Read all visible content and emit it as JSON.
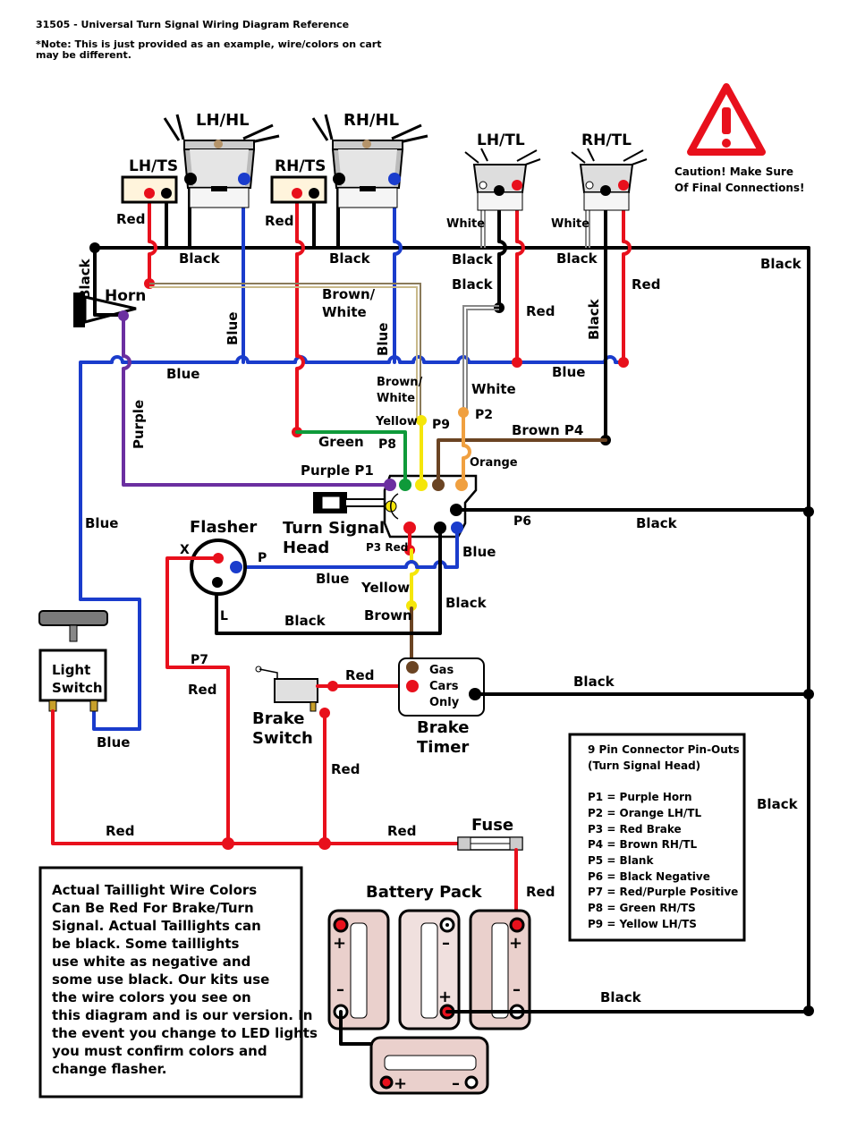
{
  "header": {
    "title": "31505 - Universal Turn Signal Wiring Diagram Reference",
    "note_line1": "*Note:  This is just provided as an example, wire/colors on cart",
    "note_line2": "may be different."
  },
  "caution": {
    "line1": "Caution! Make Sure",
    "line2": "Of Final Connections!"
  },
  "components": {
    "lh_hl": "LH/HL",
    "rh_hl": "RH/HL",
    "lh_ts": "LH/TS",
    "rh_ts": "RH/TS",
    "lh_tl": "LH/TL",
    "rh_tl": "RH/TL",
    "horn": "Horn",
    "flasher": "Flasher",
    "flasher_x": "X",
    "flasher_p": "P",
    "flasher_l": "L",
    "turn_signal_head_1": "Turn Signal",
    "turn_signal_head_2": "Head",
    "light_switch_1": "Light",
    "light_switch_2": "Switch",
    "brake_switch_1": "Brake",
    "brake_switch_2": "Switch",
    "brake_timer_1": "Brake",
    "brake_timer_2": "Timer",
    "brake_timer_note_1": "Gas",
    "brake_timer_note_2": "Cars",
    "brake_timer_note_3": "Only",
    "fuse": "Fuse",
    "battery_pack": "Battery Pack"
  },
  "wire_labels": {
    "red": "Red",
    "black": "Black",
    "blue": "Blue",
    "white": "White",
    "purple": "Purple",
    "green": "Green",
    "yellow": "Yellow",
    "brown": "Brown",
    "orange": "Orange",
    "brown_white_1": "Brown/",
    "brown_white_2": "White",
    "purple_p1": "Purple P1",
    "brown_p4": "Brown P4",
    "p2": "P2",
    "p6": "P6",
    "p7": "P7",
    "p8": "P8",
    "p9": "P9",
    "p3_red": "P3 Red"
  },
  "pinouts": {
    "title_1": "9 Pin Connector Pin-Outs",
    "title_2": "(Turn Signal Head)",
    "items": [
      "P1 = Purple Horn",
      "P2 = Orange LH/TL",
      "P3 = Red Brake",
      "P4 = Brown RH/TL",
      "P5 = Blank",
      "P6 = Black Negative",
      "P7 = Red/Purple Positive",
      "P8 = Green RH/TS",
      "P9 = Yellow LH/TS"
    ]
  },
  "note_box": {
    "lines": [
      "Actual Taillight Wire Colors",
      "Can Be Red For Brake/Turn",
      "Signal. Actual Taillights can",
      "be black. Some taillights",
      "use white as negative and",
      "some use black. Our kits use",
      "the wire colors you see on",
      "this diagram and is our version. In",
      "the event you change to LED lights",
      "you must confirm colors and",
      "change flasher."
    ]
  },
  "colors": {
    "red": "#e8101c",
    "black": "#000000",
    "blue": "#1a3ccc",
    "purple": "#6b2fa0",
    "green": "#0f9a3a",
    "yellow": "#f5e60a",
    "brown": "#6b4423",
    "orange": "#f0a040",
    "white_wire": "#bfbfbf",
    "battery_fill": "#ead0cc",
    "lamp_gray": "#999999"
  }
}
